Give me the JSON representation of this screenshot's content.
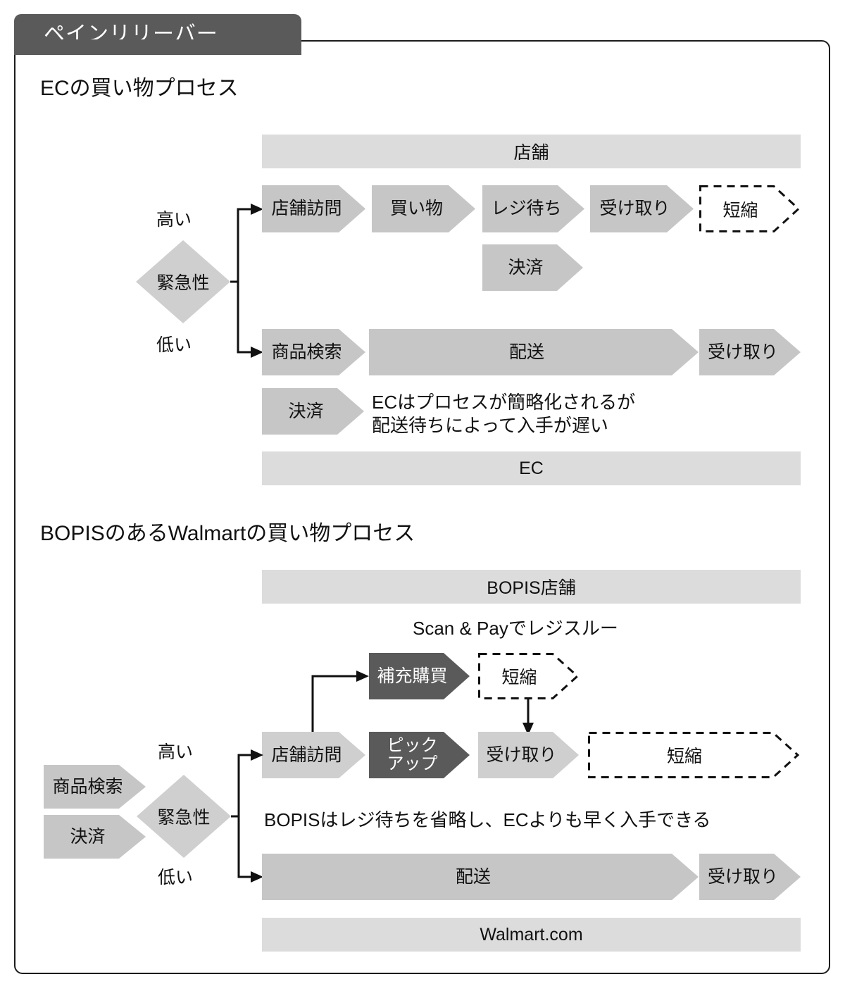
{
  "tab": {
    "label": "ペインリリーバー"
  },
  "sections": [
    {
      "title": "ECの買い物プロセス",
      "channel_top": "店舗",
      "channel_bottom": "EC",
      "decision": "緊急性",
      "branch_high": "高い",
      "branch_low": "低い",
      "store_steps": [
        "店舗訪問",
        "買い物",
        "レジ待ち",
        "受け取り"
      ],
      "store_extra_step": "決済",
      "store_shorten": "短縮",
      "ec_steps": [
        "商品検索",
        "配送",
        "受け取り"
      ],
      "ec_payment": "決済",
      "note": "ECはプロセスが簡略化されるが\n配送待ちによって入手が遅い"
    },
    {
      "title": "BOPISのあるWalmartの買い物プロセス",
      "channel_top": "BOPIS店舗",
      "channel_bottom": "Walmart.com",
      "caption": "Scan & Payでレジスルー",
      "decision": "緊急性",
      "branch_high": "高い",
      "branch_low": "低い",
      "inputs": [
        "商品検索",
        "決済"
      ],
      "replenish_step": "補充購買",
      "replenish_shorten": "短縮",
      "store_visit": "店舗訪問",
      "pickup_step": "ピック\nアップ",
      "receive_step": "受け取り",
      "receive_shorten": "短縮",
      "note": "BOPISはレジ待ちを省略し、ECよりも早く入手できる",
      "delivery_steps": [
        "配送",
        "受け取り"
      ]
    }
  ],
  "colors": {
    "tab_bg": "#5a5a5a",
    "bar_bg": "#dcdcdc",
    "chevron_bg": "#c6c6c6",
    "chevron_light_bg": "#cfcfcf",
    "chevron_dark_bg": "#5a5a5a",
    "frame_border": "#1b1b1b",
    "text": "#111111",
    "text_inverse": "#ffffff"
  }
}
